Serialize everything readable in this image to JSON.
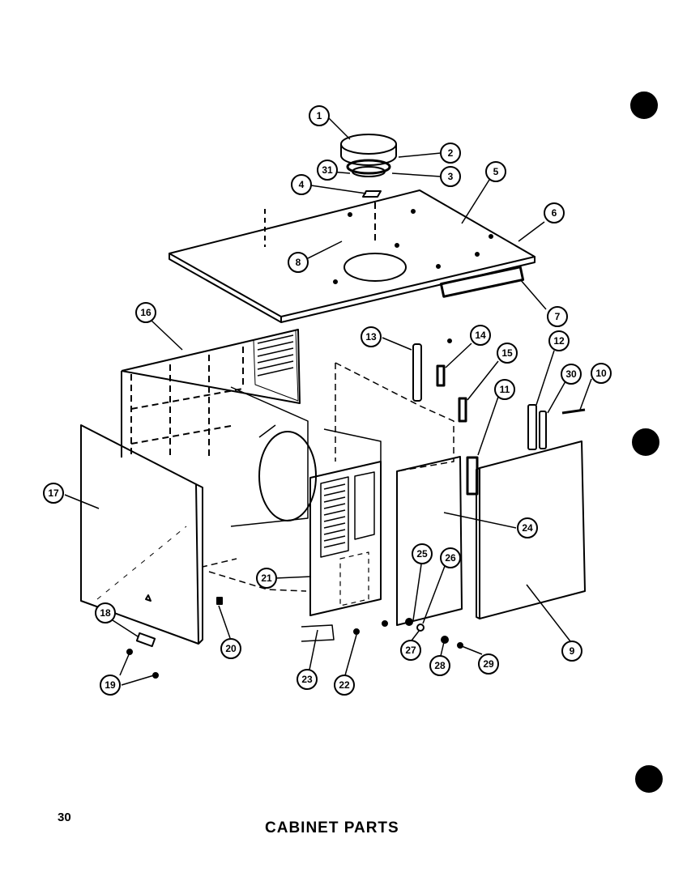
{
  "page": {
    "number": "30",
    "title": "CABINET PARTS"
  },
  "callouts": [
    "1",
    "2",
    "31",
    "3",
    "4",
    "5",
    "6",
    "8",
    "7",
    "16",
    "13",
    "14",
    "15",
    "12",
    "30",
    "10",
    "11",
    "17",
    "24",
    "25",
    "26",
    "21",
    "20",
    "18",
    "27",
    "28",
    "29",
    "9",
    "23",
    "22",
    "19"
  ],
  "colors": {
    "ink": "#000000",
    "paper": "#ffffff"
  }
}
